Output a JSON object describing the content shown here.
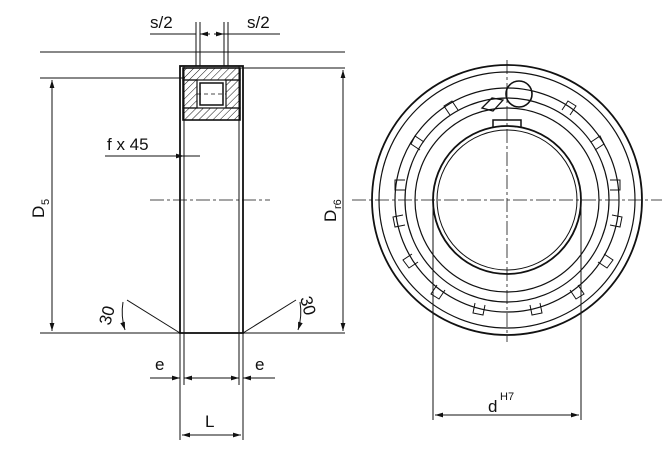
{
  "labels": {
    "s_half_left": "s/2",
    "s_half_right": "s/2",
    "chamfer": "f x 45",
    "outer_diameter_main": "D",
    "outer_diameter_sub": "5",
    "race_diameter_main": "D",
    "race_diameter_sub": "r6",
    "angle_left": "30",
    "angle_right": "30",
    "e_left": "e",
    "e_right": "e",
    "length": "L",
    "bore_main": "d",
    "bore_sup": "H7"
  }
}
